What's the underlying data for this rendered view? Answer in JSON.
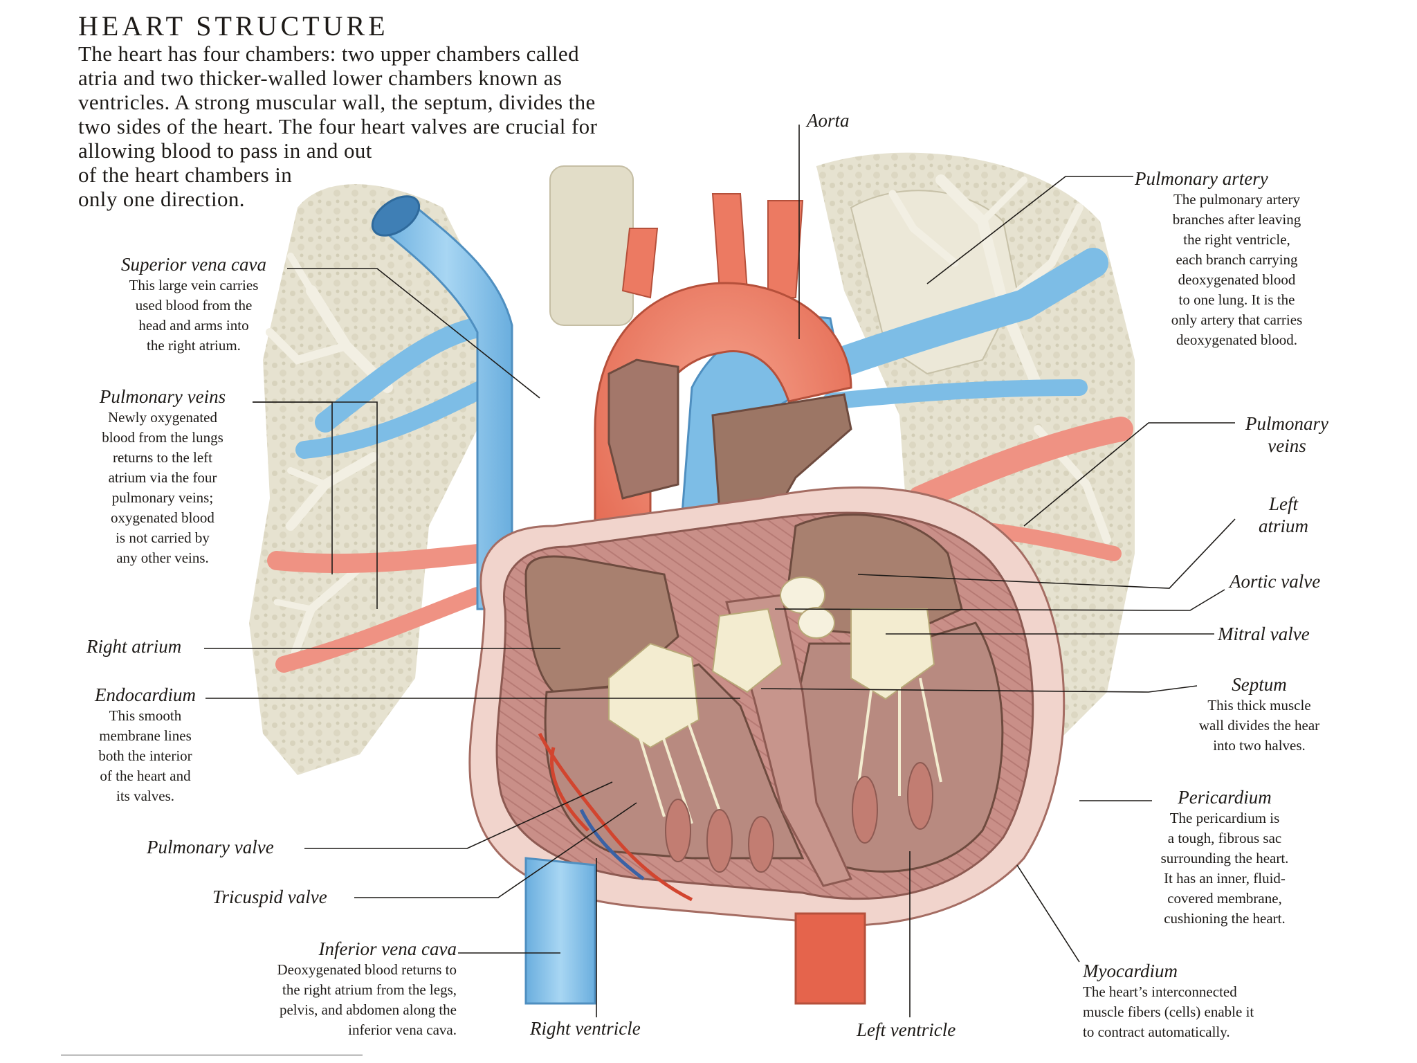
{
  "header": {
    "title": "HEART STRUCTURE",
    "intro_lines": [
      "The heart has four chambers: two upper chambers called",
      "atria and two thicker-walled lower chambers known as",
      "ventricles. A strong muscular wall, the septum, divides the",
      "two sides of the heart. The four heart valves are crucial for",
      "allowing blood to pass in and out",
      "of the heart chambers in",
      "only one direction."
    ]
  },
  "labels": {
    "aorta": {
      "name": "Aorta"
    },
    "superior_vena_cava": {
      "name": "Superior vena cava",
      "lines": [
        "This large vein carries",
        "used blood from the",
        "head and arms into",
        "the right atrium."
      ]
    },
    "pulmonary_veins_left": {
      "name": "Pulmonary veins",
      "lines": [
        "Newly oxygenated",
        "blood from the lungs",
        "returns to the left",
        "atrium via the four",
        "pulmonary veins;",
        "oxygenated blood",
        "is not carried by",
        "any other veins."
      ]
    },
    "right_atrium": {
      "name": "Right atrium"
    },
    "endocardium": {
      "name": "Endocardium",
      "lines": [
        "This smooth",
        "membrane lines",
        "both the interior",
        "of the heart and",
        "its valves."
      ]
    },
    "pulmonary_valve": {
      "name": "Pulmonary valve"
    },
    "tricuspid_valve": {
      "name": "Tricuspid valve"
    },
    "inferior_vena_cava": {
      "name": "Inferior vena cava",
      "lines": [
        "Deoxygenated blood returns to",
        "the right atrium from the legs,",
        "pelvis, and abdomen along the",
        "inferior vena cava."
      ]
    },
    "right_ventricle": {
      "name": "Right ventricle"
    },
    "left_ventricle": {
      "name": "Left ventricle"
    },
    "pulmonary_artery": {
      "name": "Pulmonary artery",
      "lines": [
        "The pulmonary artery",
        "branches after leaving",
        "the right ventricle,",
        "each branch carrying",
        "deoxygenated blood",
        "to one lung. It is the",
        "only artery that carries",
        "deoxygenated blood."
      ]
    },
    "pulmonary_veins_right": {
      "name_lines": [
        "Pulmonary",
        "veins"
      ]
    },
    "left_atrium": {
      "name_lines": [
        "Left",
        "atrium"
      ]
    },
    "aortic_valve": {
      "name": "Aortic valve"
    },
    "mitral_valve": {
      "name": "Mitral valve"
    },
    "septum": {
      "name": "Septum",
      "lines": [
        "This thick muscle",
        "wall divides the hear",
        "into two halves."
      ]
    },
    "pericardium": {
      "name": "Pericardium",
      "lines": [
        "The pericardium is",
        "a tough, fibrous sac",
        "surrounding the heart.",
        "It has an inner, fluid-",
        "covered membrane,",
        "cushioning the heart."
      ]
    },
    "myocardium": {
      "name": "Myocardium",
      "lines": [
        "The heart’s interconnected",
        "muscle fibers (cells) enable it",
        "to contract automatically."
      ]
    }
  },
  "colors": {
    "vein_blue": "#7dbde6",
    "artery_red": "#e8705a",
    "lung_tissue": "#e5e1cf",
    "muscle_pink": "#cf9b93",
    "chamber_brown": "#a87e6c",
    "valve_cream": "#f3ecd0"
  }
}
